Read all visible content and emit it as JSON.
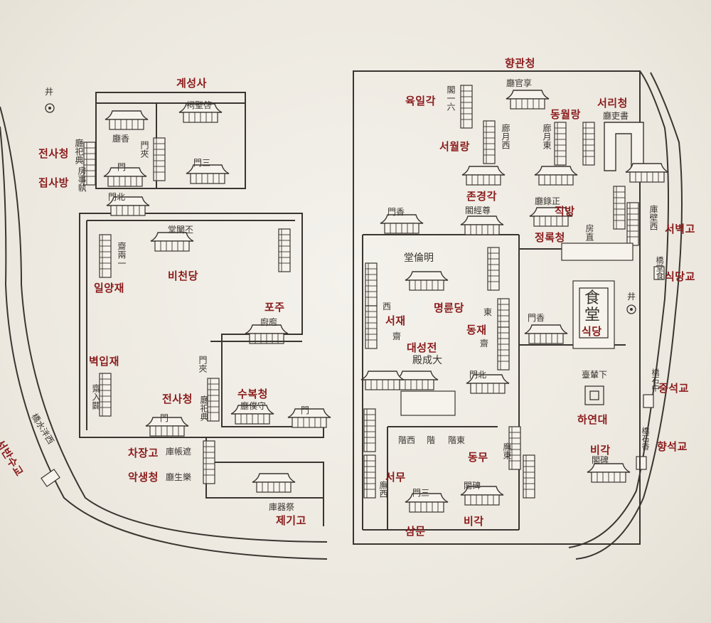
{
  "map": {
    "colors": {
      "paper": "#efece4",
      "ink": "#3a3530",
      "label": "#8a1c1c"
    },
    "labels": {
      "gyeseongsa": "계성사",
      "jeonsacheong_top": "전사청",
      "jipsabang": "집사방",
      "iryangjae": "일양재",
      "bicheondang": "비천당",
      "poju": "포주",
      "byeokipjae": "벽입재",
      "jeonsacheong_mid": "전사청",
      "subokcheong": "수복청",
      "chajanggo": "차장고",
      "akssaengcheong": "악생청",
      "jegigo": "제기고",
      "seobansugyo": "서반수교",
      "hyanggwancheong": "향관청",
      "yugilgak": "육일각",
      "dongwollang": "동월랑",
      "seorichung": "서리청",
      "seowollang": "서월랑",
      "jongyeonggak": "존경각",
      "jikbang": "직방",
      "jeongrokcheong": "정록청",
      "seobyeokgo": "서벽고",
      "sikdanggyo": "식당교",
      "myeongryundang": "명륜당",
      "seojae": "서재",
      "dongjae": "동재",
      "sikdang": "식당",
      "daeseongjeon": "대성전",
      "jungseokgyo": "중석교",
      "hayeondae": "하연대",
      "dongmu": "동무",
      "hyangseokgyo": "향석교",
      "bigak_right": "비각",
      "seomu": "서무",
      "sammun": "삼문",
      "bigak_bottom": "비각"
    },
    "hanja": {
      "well_left": "井",
      "well_right": "井",
      "cheonghwaryun_top": "祠聖啓",
      "hyangcheong": "廳香",
      "gate_left": "門夾",
      "gate_sam": "門三",
      "gate_sam2": "門",
      "gate_north": "門北",
      "jeonsa_v": "廳祀典",
      "jipsa_v": "房事執",
      "bicheon": "堂闡丕",
      "iryang": "齋兩一",
      "poju_h": "廚庖",
      "byeokip": "齋入闢",
      "jeonsa_mid": "廳祀典",
      "gate_mid": "門",
      "subok": "廳僕守",
      "gate_small": "門",
      "chajang": "庫帳遮",
      "akssaeng": "廳生樂",
      "jegi": "庫器祭",
      "seobansu": "橋水泮西",
      "hyanggwan": "廳官享",
      "yugil": "閣一六",
      "dongwol": "廊月東",
      "seowol": "廊月西",
      "seori": "廳吏書",
      "gate_hyang": "門香",
      "jongyeong": "閣經尊",
      "jeongrok": "廳錄正",
      "jik": "房直",
      "seobyeok": "庫壁西",
      "sikdang_h": "食堂",
      "sikdang_gyo": "橋堂食",
      "myeongryun": "堂倫明",
      "seo_char": "西",
      "dong_char": "東",
      "seojae_v": "齋",
      "dongjae_v": "齋",
      "gate_hyang2": "門香",
      "daeseong": "殿成大",
      "gate_north2": "門北",
      "yeondae": "臺輦下",
      "jungseok": "橋石中",
      "hyangseok": "橋石香",
      "bigak": "閣碑",
      "seomu_v": "廡西",
      "dongmu_v": "廡東",
      "gate_sam3": "門三",
      "bigak2": "閣碑",
      "gye_left": "階西",
      "gye_mid": "階",
      "gye_right": "階東"
    }
  }
}
